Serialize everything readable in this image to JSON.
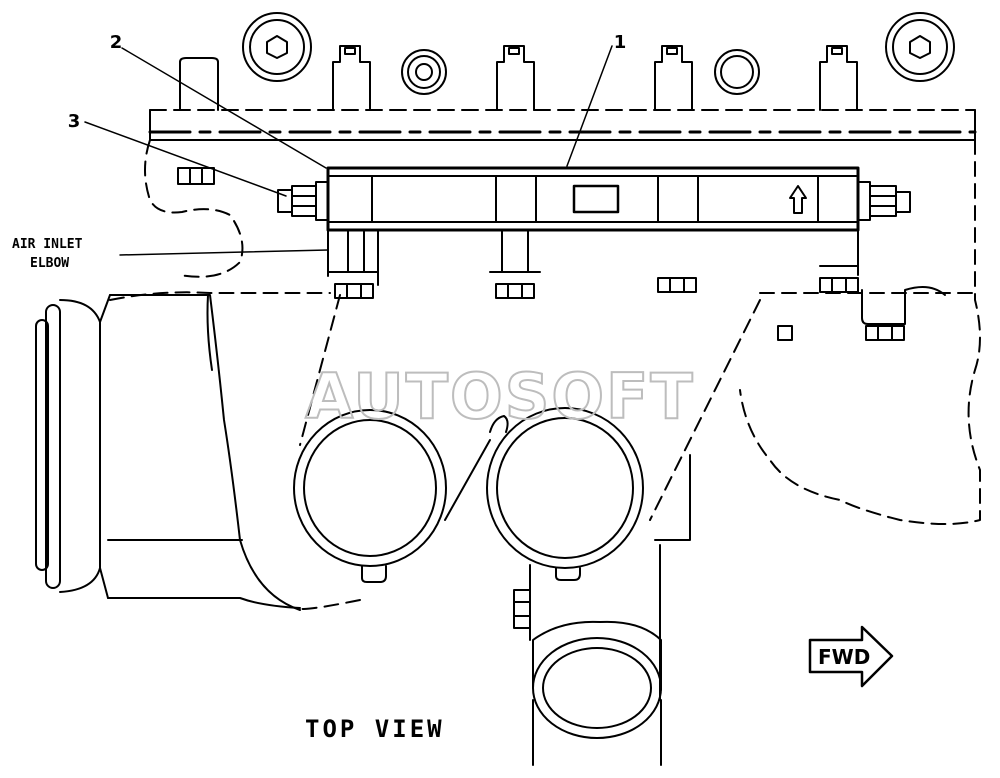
{
  "callouts": {
    "c1": "1",
    "c2": "2",
    "c3": "3"
  },
  "labels": {
    "air_inlet_line1": "AIR INLET",
    "air_inlet_line2": "ELBOW",
    "view_title": "TOP VIEW",
    "fwd": "FWD"
  },
  "watermark": "AUTOSOFT",
  "colors": {
    "ink": "#000000",
    "watermark": "#bdbdbd",
    "background": "#ffffff"
  }
}
